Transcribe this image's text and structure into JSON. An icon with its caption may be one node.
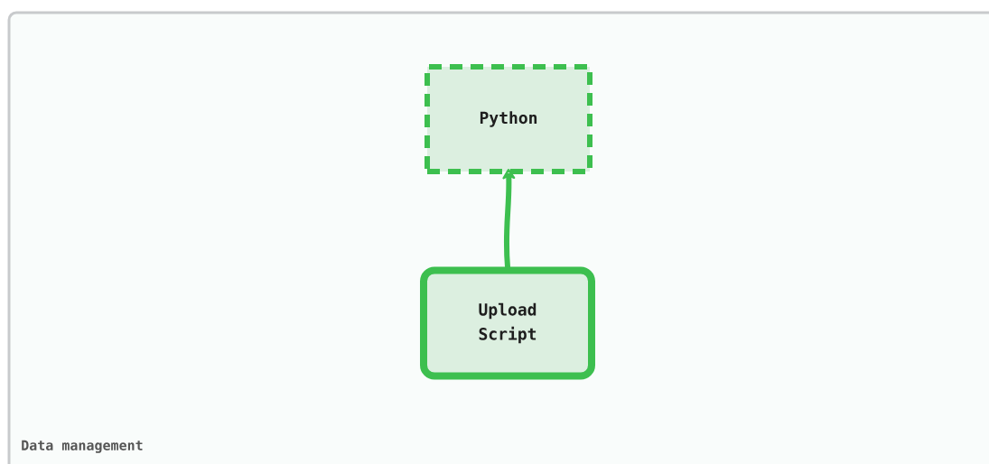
{
  "diagram": {
    "nodes": [
      {
        "text": [
          "Data management"
        ]
      },
      {
        "text": [
          "Python"
        ],
        "in": 0
      },
      {
        "text": [
          "Upload Script"
        ],
        "in": 0
      }
    ],
    "edges": [
      {
        "from": 2,
        "to": 1,
        "arrow": "to"
      }
    ]
  }
}
